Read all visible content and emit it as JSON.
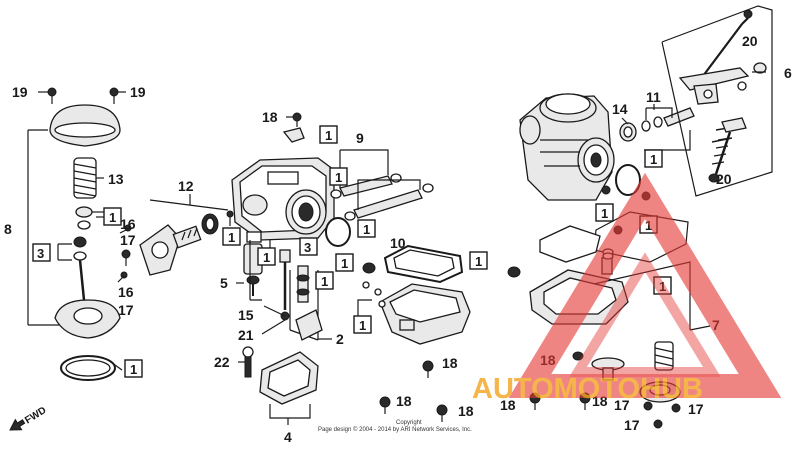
{
  "labels": {
    "l19a": "19",
    "l19b": "19",
    "l13": "13",
    "l8": "8",
    "l3a": "3",
    "l1a": "1",
    "l16a": "16",
    "l17a": "17",
    "l16b": "16",
    "l17b": "17",
    "l12": "12",
    "l1b": "1",
    "l5": "5",
    "l15": "15",
    "l21": "21",
    "l22": "22",
    "l1c": "1",
    "l18a": "18",
    "l1d": "1",
    "l9": "9",
    "l1e": "1",
    "l3b": "3",
    "l1f": "1",
    "l1g": "1",
    "l10": "10",
    "l1h": "1",
    "l1i": "1",
    "l1j": "1",
    "l2": "2",
    "l18b": "18",
    "l4": "4",
    "l18c": "18",
    "l18d": "18",
    "l20a": "20",
    "l6": "6",
    "l14": "14",
    "l11": "11",
    "l1k": "1",
    "l20b": "20",
    "l1l": "1",
    "l1m": "1",
    "l1n": "1",
    "l1o": "1",
    "l7": "7",
    "l18e": "18",
    "l18f": "18",
    "l18g": "18",
    "l17c": "17",
    "l17d": "17",
    "l17e": "17"
  },
  "fwd": "FWD",
  "copyright": {
    "line1": "Copyright",
    "line2": "Page design © 2004 - 2014 by ARI Network Services, Inc."
  },
  "watermark": {
    "brand": "AUTOMOTOHUB",
    "part1": "AUTO",
    "part2": "MOTO",
    "part3": "HUB",
    "color_orange": "#f5a623",
    "color_red": "#e53935"
  }
}
